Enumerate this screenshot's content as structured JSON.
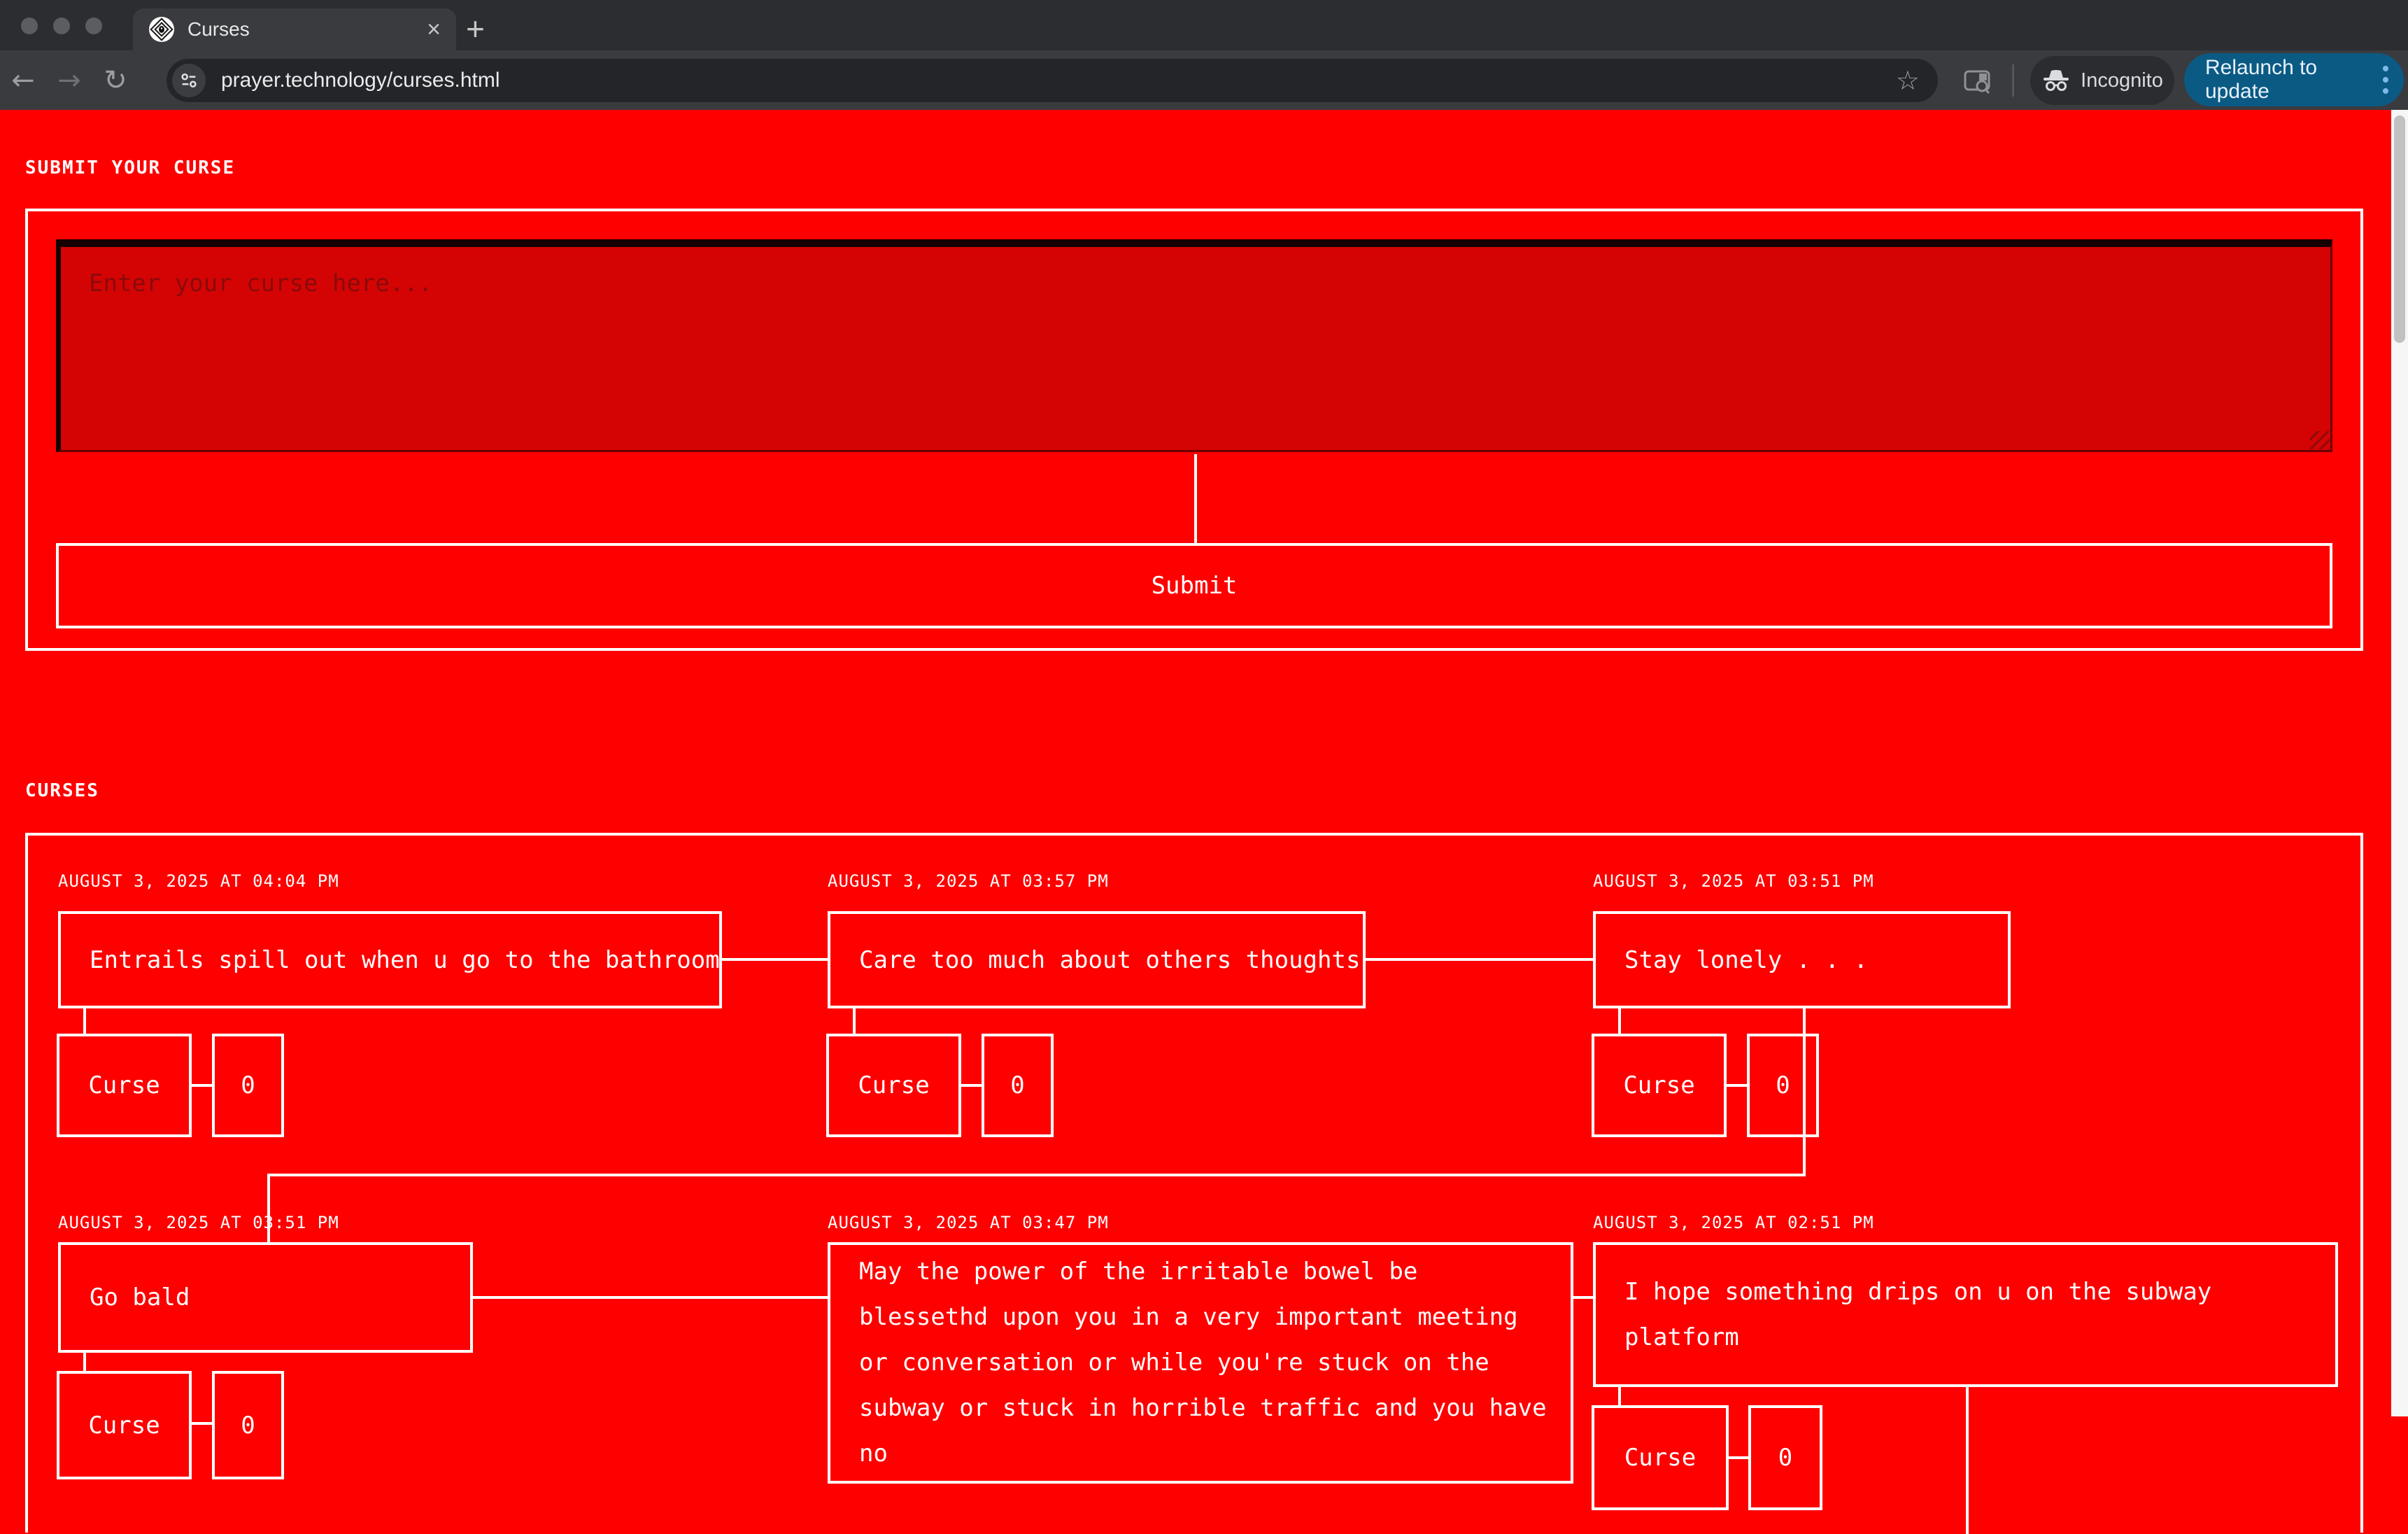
{
  "browser": {
    "tab_title": "Curses",
    "url": "prayer.technology/curses.html",
    "incognito_label": "Incognito",
    "relaunch_button": "Relaunch to update"
  },
  "icons": {
    "back": "←",
    "forward": "→",
    "reload": "↻",
    "star": "☆",
    "close_tab": "×",
    "new_tab": "+"
  },
  "page": {
    "submit_heading": "SUBMIT YOUR CURSE",
    "curse_placeholder": "Enter your curse here...",
    "submit_button": "Submit",
    "curses_heading": "CURSES",
    "curse_button": "Curse",
    "cards": [
      {
        "timestamp": "AUGUST 3, 2025 AT 04:04 PM",
        "text": "Entrails spill out when u go to the bathroom",
        "count": "0"
      },
      {
        "timestamp": "AUGUST 3, 2025 AT 03:57 PM",
        "text": "Care too much about others thoughts",
        "count": "0"
      },
      {
        "timestamp": "AUGUST 3, 2025 AT 03:51 PM",
        "text": "Stay lonely . . .",
        "count": "0"
      },
      {
        "timestamp": "AUGUST 3, 2025 AT 03:51 PM",
        "text": "Go bald",
        "count": "0"
      },
      {
        "timestamp": "AUGUST 3, 2025 AT 03:47 PM",
        "text": "May the power of the irritable bowel be blessethd upon you in a very important meeting or conversation or while you're stuck on the subway or stuck in horrible traffic and you have no",
        "count": "0"
      },
      {
        "timestamp": "AUGUST 3, 2025 AT 02:51 PM",
        "text": "I hope something drips on u on the subway platform",
        "count": "0"
      }
    ],
    "colors": {
      "page_red": "#fe0000",
      "textarea_red": "#d40404",
      "placeholder_maroon": "#8a0a0a",
      "border_white": "#ffffff",
      "relaunch_blue": "#0b5a84"
    }
  }
}
